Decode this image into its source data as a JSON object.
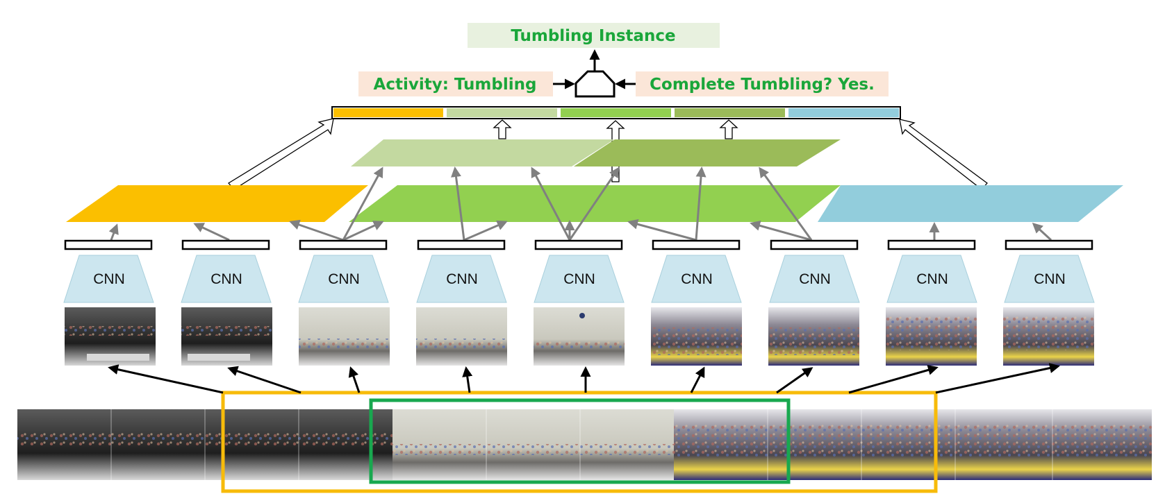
{
  "top_label": "Tumbling Instance",
  "left_label": "Activity: Tumbling",
  "right_label": "Complete Tumbling? Yes.",
  "cnn_label": "CNN",
  "cnn_count": 9,
  "colors": {
    "text_green": "#1aa63a",
    "top_box": "#e8f1df",
    "side_box": "#fbe6d8",
    "orange": "#fbbf00",
    "light_green": "#c3d9a0",
    "green": "#92d050",
    "dark_green": "#9bbb59",
    "blue": "#92cddc",
    "cnn": "#cce6ef",
    "arrow_gray": "#808080",
    "outer_window": "#f7bb0a",
    "inner_window": "#18a84f"
  },
  "feature_bar_segments": [
    "orange",
    "light_green",
    "green",
    "dark_green",
    "blue"
  ]
}
